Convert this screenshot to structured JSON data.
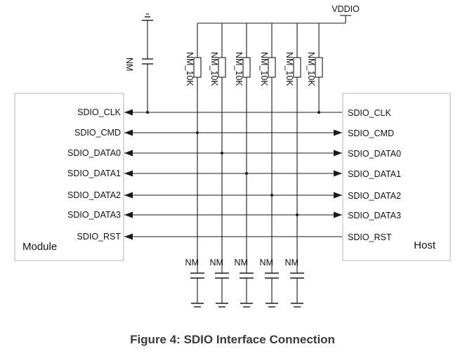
{
  "caption": "Figure 4: SDIO Interface Connection",
  "power_rail": {
    "label": "VDDIO"
  },
  "module": {
    "label": "Module",
    "pins": [
      "SDIO_CLK",
      "SDIO_CMD",
      "SDIO_DATA0",
      "SDIO_DATA1",
      "SDIO_DATA2",
      "SDIO_DATA3",
      "SDIO_RST"
    ]
  },
  "host": {
    "label": "Host",
    "pins": [
      "SDIO_CLK",
      "SDIO_CMD",
      "SDIO_DATA0",
      "SDIO_DATA1",
      "SDIO_DATA2",
      "SDIO_DATA3",
      "SDIO_RST"
    ]
  },
  "signals": [
    {
      "name": "SDIO_CLK",
      "direction": "host-to-module",
      "pullup": "NM_10K",
      "cap_to_ground": "NM",
      "cap_position": "top"
    },
    {
      "name": "SDIO_CMD",
      "direction": "bidirectional",
      "pullup": "NM_10K",
      "cap_to_ground": "NM",
      "cap_position": "bottom"
    },
    {
      "name": "SDIO_DATA0",
      "direction": "bidirectional",
      "pullup": "NM_10K",
      "cap_to_ground": "NM",
      "cap_position": "bottom"
    },
    {
      "name": "SDIO_DATA1",
      "direction": "bidirectional",
      "pullup": "NM_10K",
      "cap_to_ground": "NM",
      "cap_position": "bottom"
    },
    {
      "name": "SDIO_DATA2",
      "direction": "bidirectional",
      "pullup": "NM_10K",
      "cap_to_ground": "NM",
      "cap_position": "bottom"
    },
    {
      "name": "SDIO_DATA3",
      "direction": "bidirectional",
      "pullup": "NM_10K",
      "cap_to_ground": "NM",
      "cap_position": "bottom"
    },
    {
      "name": "SDIO_RST",
      "direction": "host-to-module",
      "pullup": null,
      "cap_to_ground": null,
      "cap_position": null
    }
  ],
  "resistors": [
    {
      "label": "NM_10K",
      "net": "SDIO_CMD"
    },
    {
      "label": "NM_10K",
      "net": "SDIO_DATA0"
    },
    {
      "label": "NM_10K",
      "net": "SDIO_DATA1"
    },
    {
      "label": "NM_10K",
      "net": "SDIO_DATA2"
    },
    {
      "label": "NM_10K",
      "net": "SDIO_DATA3"
    },
    {
      "label": "NM_10K",
      "net": "SDIO_CLK"
    }
  ],
  "capacitors_top": [
    {
      "label": "NM",
      "net": "SDIO_CLK"
    }
  ],
  "capacitors_bottom": [
    {
      "label": "NM",
      "net": "SDIO_CMD"
    },
    {
      "label": "NM",
      "net": "SDIO_DATA0"
    },
    {
      "label": "NM",
      "net": "SDIO_DATA1"
    },
    {
      "label": "NM",
      "net": "SDIO_DATA2"
    },
    {
      "label": "NM",
      "net": "SDIO_DATA3"
    }
  ],
  "colors": {
    "wire": "#1a1a1a",
    "box_border": "#b5b5b5",
    "caption": "#3a3a3a"
  }
}
